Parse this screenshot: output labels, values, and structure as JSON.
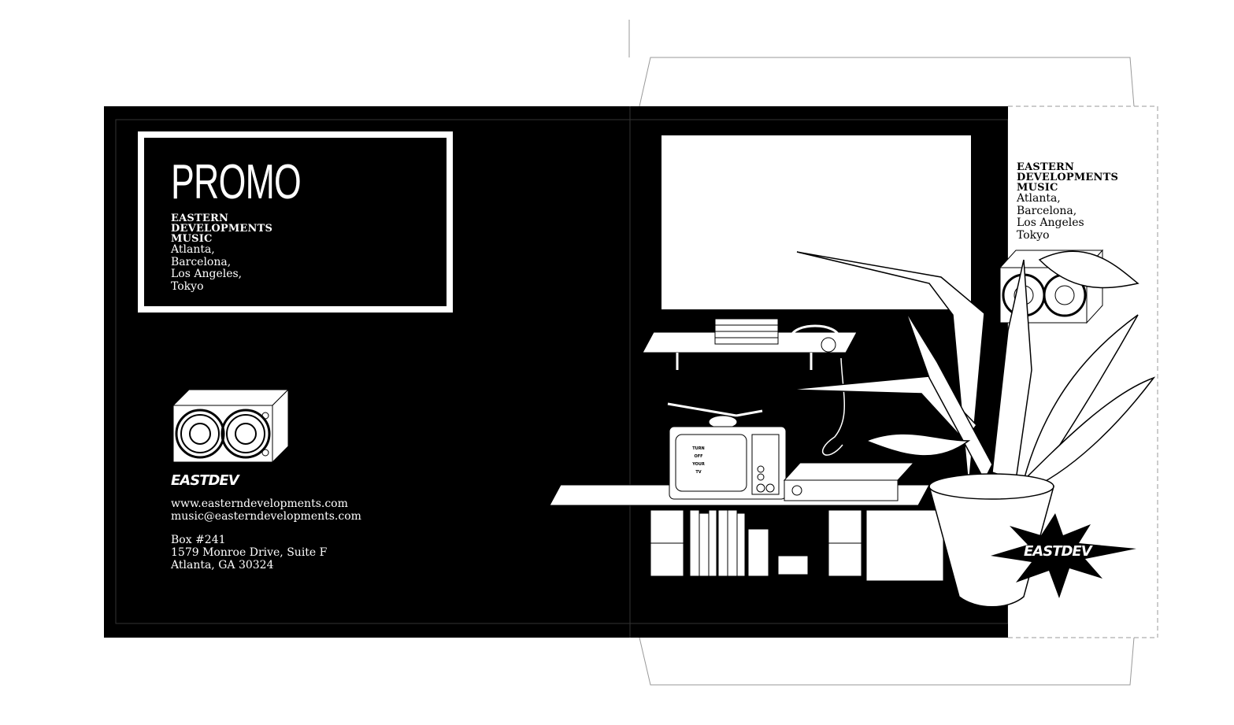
{
  "front": {
    "title": "PROMO",
    "label_lines": [
      "EASTERN",
      "DEVELOPMENTS",
      "MUSIC"
    ],
    "cities": [
      "Atlanta,",
      "Barcelona,",
      "Los Angeles,",
      "Tokyo"
    ]
  },
  "back": {
    "logo": "EASTDEV",
    "website": "www.easterndevelopments.com",
    "email": "music@easterndevelopments.com",
    "address": [
      "Box #241",
      "1579 Monroe Drive, Suite F",
      "Atlanta, GA 30324"
    ]
  },
  "flap": {
    "label_lines": [
      "EASTERN",
      "DEVELOPMENTS",
      "MUSIC"
    ],
    "cities": [
      "Atlanta,",
      "Barcelona,",
      "Los Angeles",
      "Tokyo"
    ]
  },
  "illustration": {
    "tv_text": [
      "TURN",
      "OFF",
      "YOUR",
      "TV"
    ],
    "burst_logo": "EASTDEV"
  }
}
